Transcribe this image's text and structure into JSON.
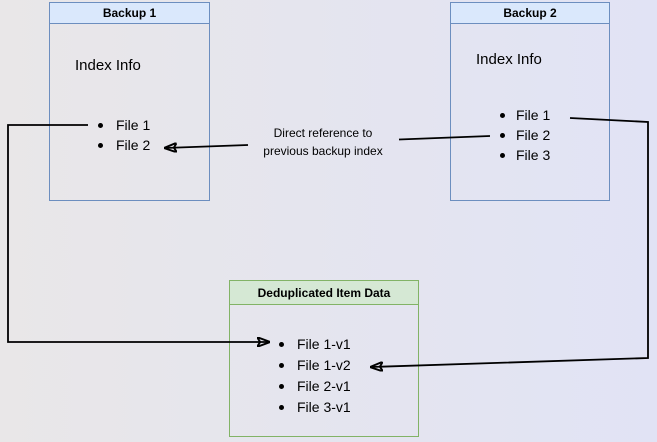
{
  "diagram": {
    "type": "backup-deduplication-diagram",
    "colors": {
      "background_left": "#e9e7e8",
      "background_right": "#e1e3f5",
      "blue_header_fill": "#dae8fc",
      "blue_border": "#6c8ebf",
      "green_header_fill": "#d5e8d4",
      "green_border": "#82b366",
      "edge_color": "#000000",
      "text_color": "#000000"
    }
  },
  "backup1": {
    "title": "Backup 1",
    "subtitle": "Index Info",
    "files": [
      "File 1",
      "File 2"
    ]
  },
  "backup2": {
    "title": "Backup 2",
    "subtitle": "Index Info",
    "files": [
      "File 1",
      "File 2",
      "File 3"
    ]
  },
  "dedup": {
    "title": "Deduplicated Item Data",
    "files": [
      "File 1-v1",
      "File 1-v2",
      "File 2-v1",
      "File 3-v1"
    ]
  },
  "edge_label": {
    "text": "Direct reference to\nprevious backup index"
  },
  "edges": [
    {
      "from": "backup1 File 1",
      "to": "dedup File 1-v1",
      "style": "arrow"
    },
    {
      "from": "backup2 File 2",
      "to": "backup1 File 2",
      "style": "arrow",
      "label": "Direct reference to previous backup index"
    },
    {
      "from": "backup2 File 1",
      "to": "dedup File 1-v2",
      "style": "arrow"
    }
  ]
}
